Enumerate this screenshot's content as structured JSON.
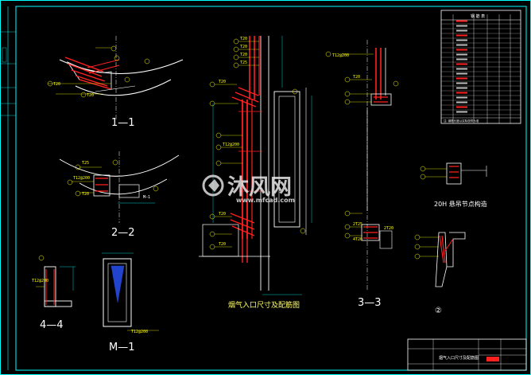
{
  "sections": {
    "s11": "1—1",
    "s22": "2—2",
    "s33": "3—3",
    "s44": "4—4",
    "m1": "M—1",
    "m1_small": "M—1",
    "main_title": "烟气入口尺寸及配筋图",
    "detail_title": "20H 悬吊节点构造",
    "circle_mark": "②"
  },
  "tags": {
    "t1": "T20",
    "t2": "T20",
    "t3": "T25",
    "t4": "T20",
    "t5": "T12@200",
    "t6": "T12@200",
    "t7": "T12@200",
    "t8": "T20",
    "t9": "T20",
    "t10": "T20",
    "t11": "T25",
    "t12": "T20",
    "t13": "T12@200",
    "t14": "T20",
    "t15": "T20",
    "t16": "T12@200",
    "t17": "T20",
    "t18": "2T25",
    "t19": "4T20",
    "t20": "2T20"
  },
  "watermark": {
    "brand": "沐风网",
    "url": "www.mfcad.com"
  },
  "table": {
    "title": "钢 筋 表",
    "notes": "注: 钢筋长度以实际放样为准"
  },
  "title_block": {
    "drawing_name": "烟气入口尺寸及配筋图"
  },
  "colors": {
    "rebar": "#ff2020",
    "outline": "#ffffff",
    "dimension": "#00ffff",
    "leader": "#ffff00",
    "frame": "#00ffff"
  }
}
